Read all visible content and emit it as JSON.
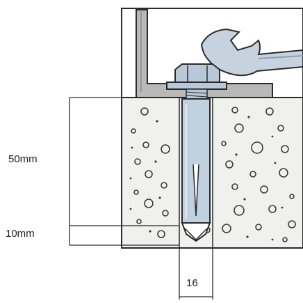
{
  "dimensions": {
    "embed_depth": "50mm",
    "extra_depth": "10mm",
    "hole_diameter": "16"
  },
  "colors": {
    "concrete": "#f0f0ec",
    "steel_angle": "#b9b9b9",
    "bolt": "#b8c8d8",
    "outline": "#2a2a2a",
    "wrench": "#c6d2de"
  }
}
